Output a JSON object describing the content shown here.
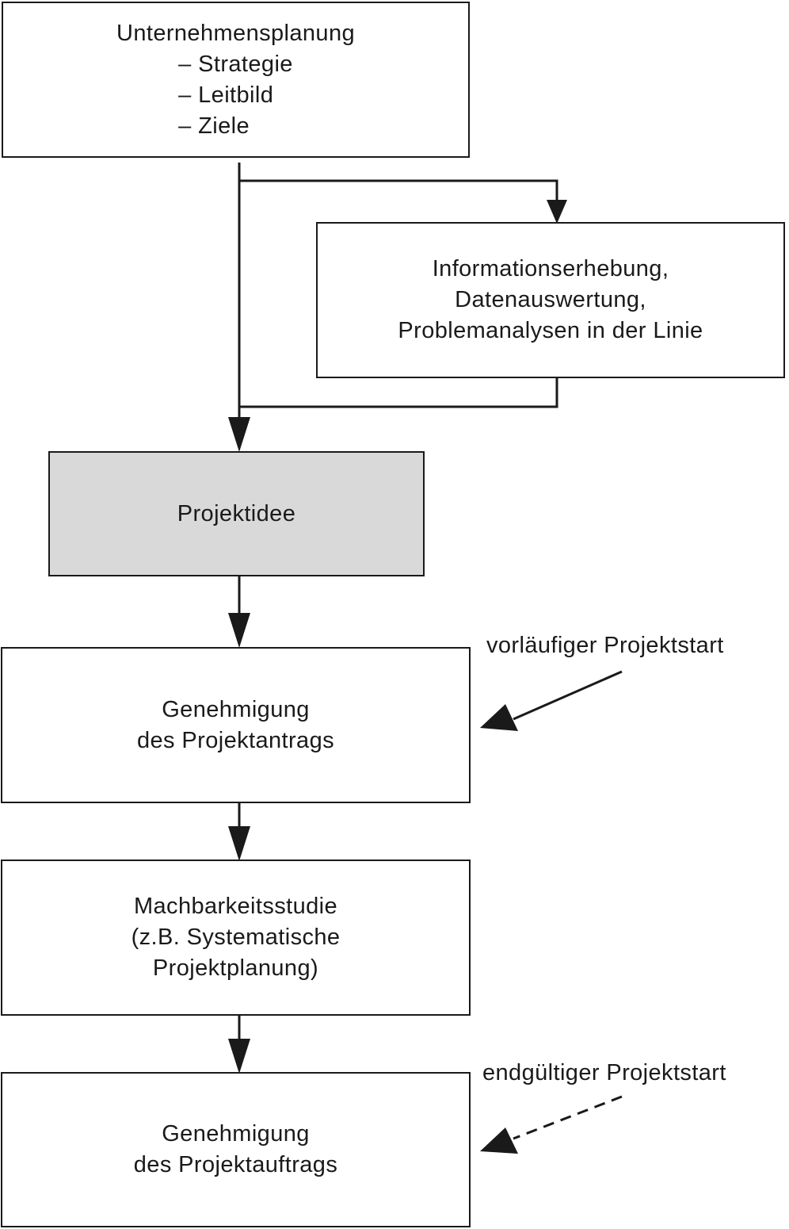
{
  "boxes": {
    "planning": {
      "title": "Unternehmensplanung",
      "items": [
        "– Strategie",
        "– Leitbild",
        "– Ziele"
      ]
    },
    "info": {
      "lines": [
        "Informationserhebung,",
        "Datenauswertung,",
        "Problemanalysen in der Linie"
      ]
    },
    "idea": {
      "label": "Projektidee",
      "fill_color": "#d9d9d9"
    },
    "approval_request": {
      "lines": [
        "Genehmigung",
        "des Projektantrags"
      ]
    },
    "feasibility": {
      "lines": [
        "Machbarkeitsstudie",
        "(z.B. Systematische",
        "Projektplanung)"
      ]
    },
    "approval_order": {
      "lines": [
        "Genehmigung",
        "des Projektauftrags"
      ]
    }
  },
  "annotations": {
    "preliminary_start": "vorläufiger Projektstart",
    "final_start": "endgültiger Projektstart"
  },
  "colors": {
    "stroke": "#1a1a1a",
    "highlight_fill": "#d9d9d9"
  }
}
